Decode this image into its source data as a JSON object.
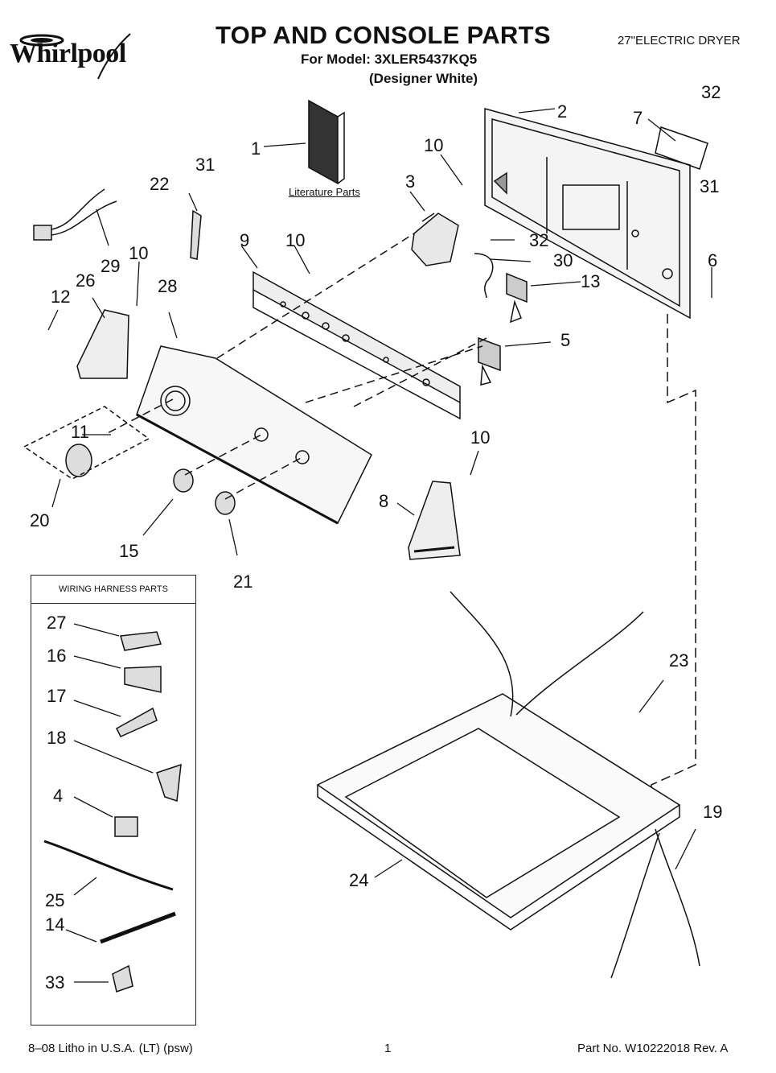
{
  "header": {
    "brand": "Whirlpool",
    "title": "TOP AND CONSOLE PARTS",
    "model_line": "For Model: 3XLER5437KQ5",
    "variant": "(Designer White)",
    "product": "27\"ELECTRIC DRYER"
  },
  "literature_label": "Literature Parts",
  "harness_box_title": "WIRING HARNESS PARTS",
  "callouts": {
    "c1": "1",
    "c2": "2",
    "c3": "3",
    "c4": "4",
    "c5": "5",
    "c6": "6",
    "c7": "7",
    "c8": "8",
    "c9": "9",
    "c10a": "10",
    "c10b": "10",
    "c10c": "10",
    "c10d": "10",
    "c11": "11",
    "c12": "12",
    "c13": "13",
    "c14": "14",
    "c15": "15",
    "c16": "16",
    "c17": "17",
    "c18": "18",
    "c19": "19",
    "c20": "20",
    "c21": "21",
    "c22": "22",
    "c23": "23",
    "c24": "24",
    "c25": "25",
    "c26": "26",
    "c27": "27",
    "c28": "28",
    "c29": "29",
    "c30": "30",
    "c31a": "31",
    "c31b": "31",
    "c32a": "32",
    "c32b": "32",
    "c33": "33"
  },
  "footer": {
    "print_info": "8–08 Litho in U.S.A. (LT) (psw)",
    "page_number": "1",
    "part_number": "Part No. W10222018 Rev. A"
  }
}
